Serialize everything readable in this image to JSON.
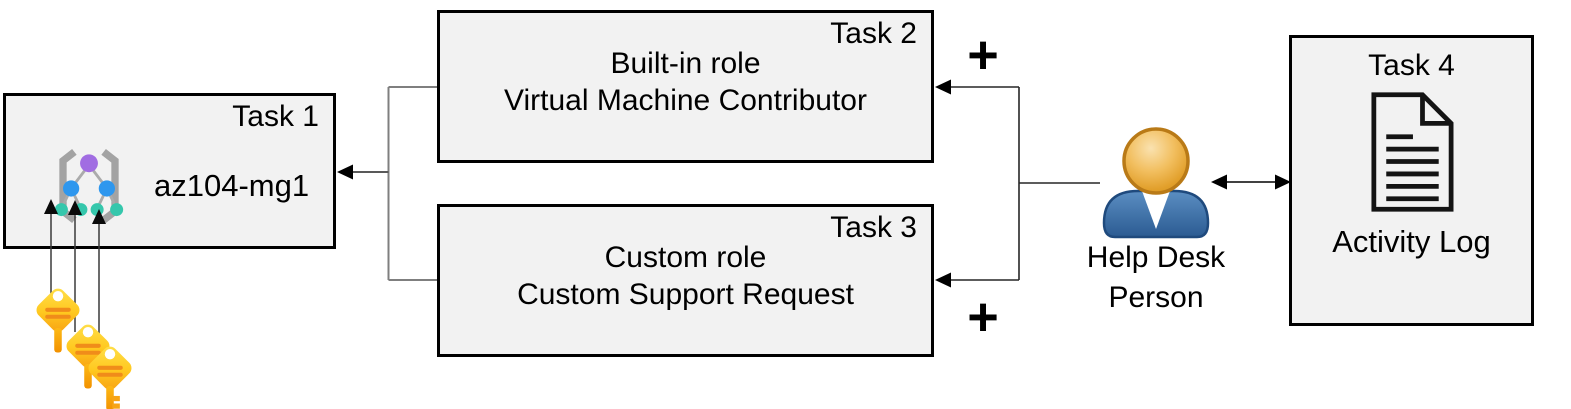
{
  "boxes": {
    "task1": {
      "badge": "Task 1",
      "name": "az104-mg1",
      "icon": "management-group-icon"
    },
    "task2": {
      "badge": "Task 2",
      "line1": "Built-in role",
      "line2": "Virtual Machine Contributor"
    },
    "task3": {
      "badge": "Task 3",
      "line1": "Custom role",
      "line2": "Custom Support Request"
    },
    "task4": {
      "badge": "Task 4",
      "caption": "Activity Log",
      "icon": "document-icon"
    }
  },
  "actor": {
    "icon": "person-icon",
    "label_line1": "Help Desk",
    "label_line2": "Person"
  },
  "annotations": {
    "plus_top": "+",
    "plus_bottom": "+"
  },
  "icons": {
    "management-group-icon": "bracketed tree (Azure management group)",
    "key-icon": "three gold access keys",
    "person-icon": "help desk person figure",
    "document-icon": "activity log document with folded corner"
  },
  "colors": {
    "box_fill": "#f2f2f2",
    "box_border": "#000000",
    "fork_line": "#7f7f7f",
    "connector_line": "#262626",
    "arrowhead": "#000000",
    "key_gold": "#ffc81f",
    "key_stripe": "#f08c1a",
    "person_body_blue": "#2b5b92",
    "person_head_orange": "#e2a02c",
    "mg_bracket_gray": "#a3a3a3",
    "mg_purple": "#a16de2",
    "mg_blue": "#2e97ee",
    "mg_teal": "#35c7ac"
  }
}
